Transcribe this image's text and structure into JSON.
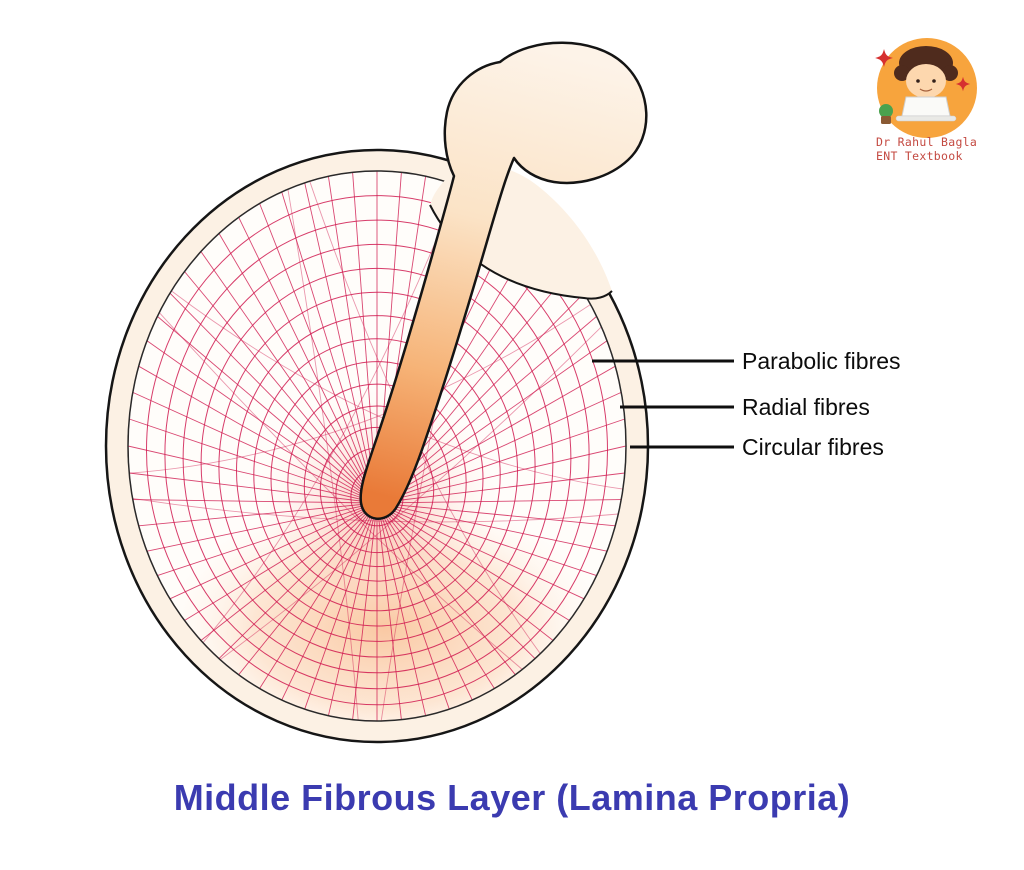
{
  "header_logo": {
    "line1": "Dr Rahul Bagla",
    "line2": "ENT Textbook"
  },
  "annotations": {
    "parabolic": "Parabolic fibres",
    "radial": "Radial fibres",
    "circular": "Circular fibres"
  },
  "caption": {
    "title": "Middle Fibrous Layer (Lamina Propria)"
  },
  "colors": {
    "fibre": "#d01a50",
    "membrane_ring": "#fcf1e4",
    "membrane_inner": "#fffdfa",
    "outline": "#161616",
    "title": "#3b3bb0",
    "logo_circle": "#f7a43d",
    "logo_text": "#c44a42",
    "malleus_light": "#fdf3e8",
    "malleus_mid": "#fbe3c6",
    "malleus_deep": "#f6b377",
    "malleus_tip": "#e97a38"
  }
}
